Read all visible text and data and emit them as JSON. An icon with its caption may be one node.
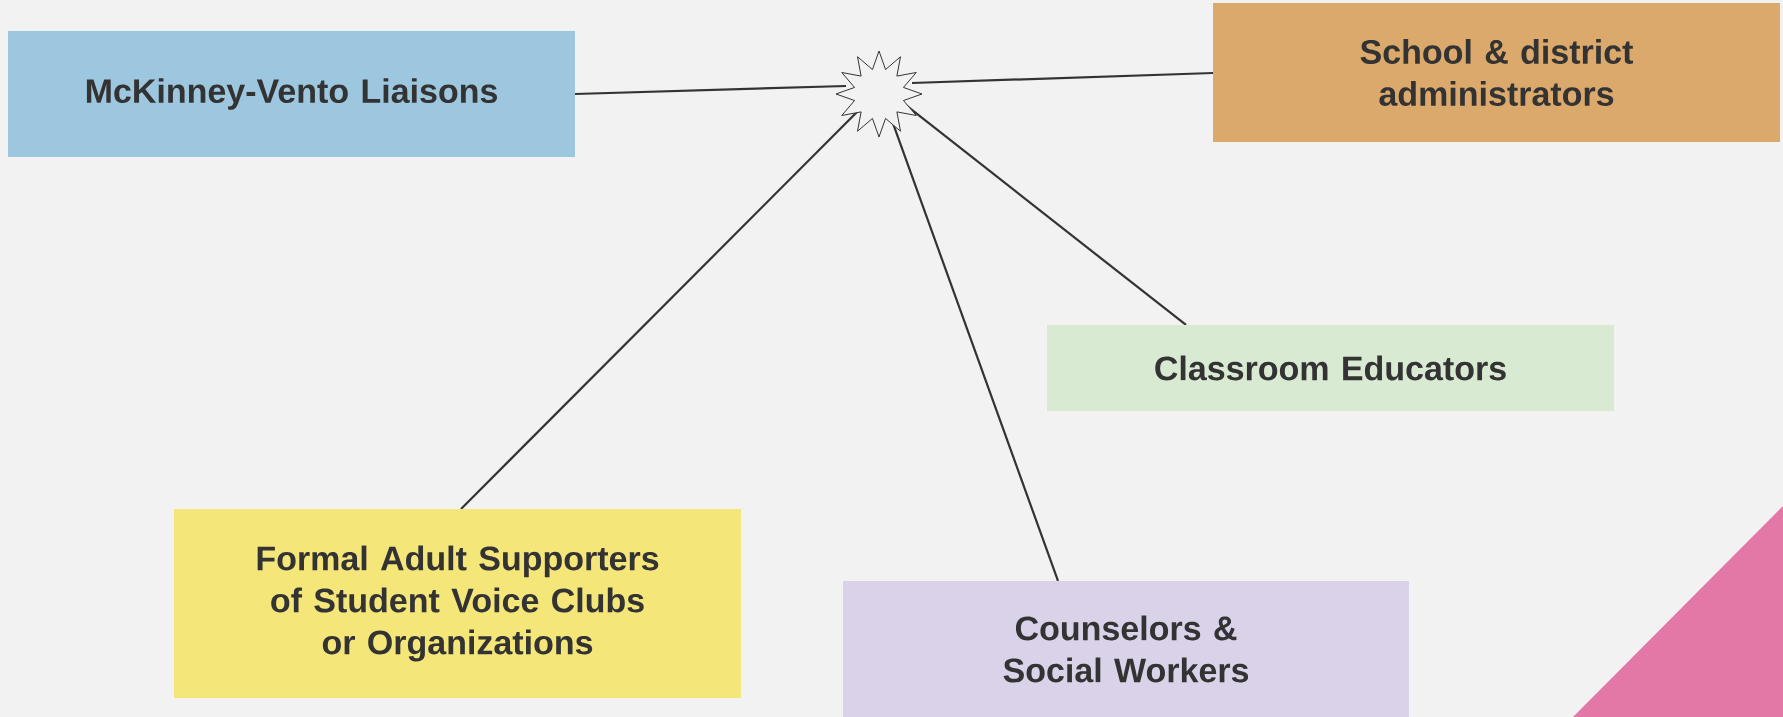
{
  "diagram": {
    "nodes": [
      {
        "text": [
          "McKinney-Vento Liaisons"
        ]
      },
      {
        "text": [],
        "shape": "star"
      },
      {
        "text": [
          "School & district administrators"
        ]
      },
      {
        "text": [
          "Classroom Educators"
        ]
      },
      {
        "text": [
          "Formal Adult Supporters of Student Voice Clubs or Organizations"
        ]
      },
      {
        "text": [
          "Counselors & Social Workers"
        ]
      }
    ],
    "edges": [
      {
        "from": 0,
        "to": 1,
        "arrow": "none"
      },
      {
        "from": 1,
        "to": 2,
        "arrow": "none"
      },
      {
        "from": 1,
        "to": 3,
        "arrow": "none"
      },
      {
        "from": 1,
        "to": 4,
        "arrow": "none"
      },
      {
        "from": 1,
        "to": 5,
        "arrow": "none"
      }
    ]
  }
}
